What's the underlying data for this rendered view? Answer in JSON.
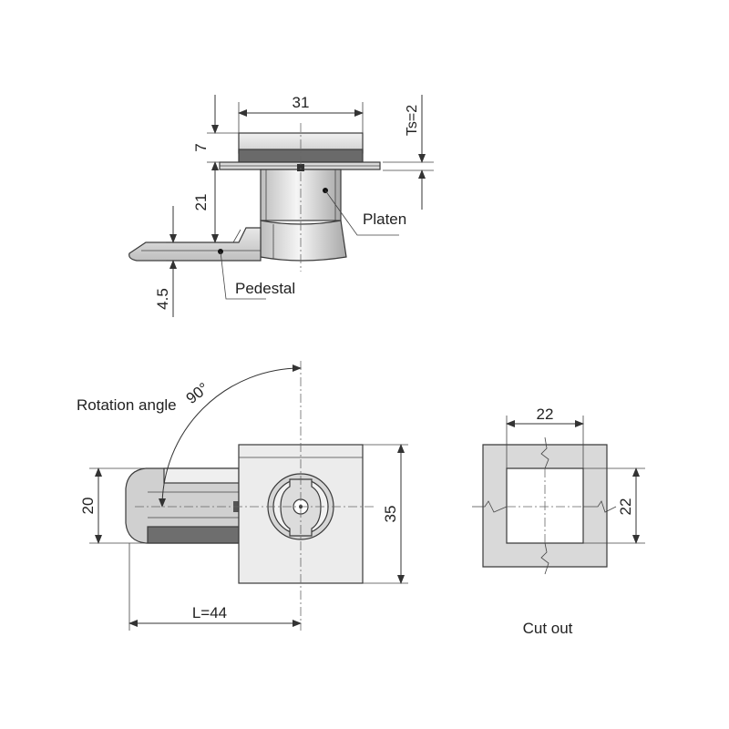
{
  "top_view": {
    "dim_width": "31",
    "dim_head_height": "7",
    "dim_body_height": "21",
    "dim_pedestal_height": "4.5",
    "dim_sheet_thickness": "Ts=2",
    "label_platen": "Platen",
    "label_pedestal": "Pedestal"
  },
  "front_view": {
    "rotation_label": "Rotation angle",
    "rotation_value": "90°",
    "dim_height": "20",
    "dim_body": "35",
    "dim_length": "L=44"
  },
  "cutout": {
    "dim_top": "22",
    "dim_right": "22",
    "caption": "Cut out"
  },
  "colors": {
    "line": "#333333",
    "metal_light": "#e6e6e6",
    "metal_mid": "#cfcfcf",
    "metal_dark": "#6e6e6e",
    "cutout_fill": "#d9d9d9"
  }
}
